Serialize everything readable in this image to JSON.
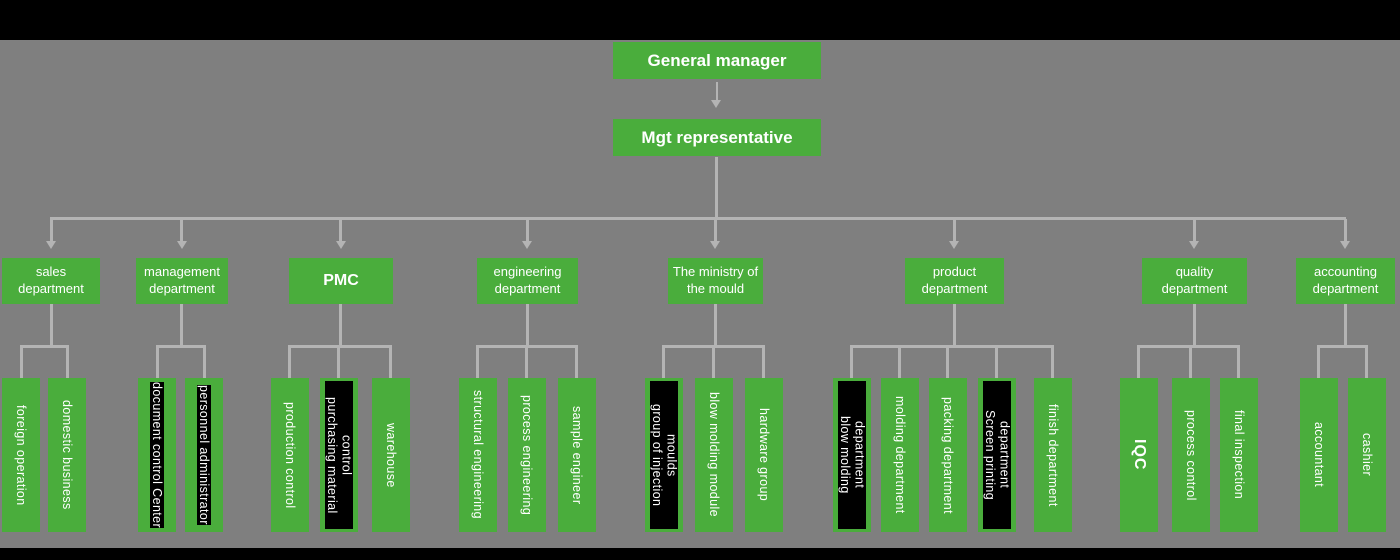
{
  "colors": {
    "background": "#7f7f7f",
    "box_green": "#4aad3c",
    "line_gray": "#b4b4b4",
    "bar_black": "#000000",
    "highlight_black": "#000000"
  },
  "root": {
    "label": "General manager"
  },
  "manager": {
    "label": "Mgt representative"
  },
  "departments": [
    {
      "label": "sales department",
      "children": [
        {
          "label": "foreign operation"
        },
        {
          "label": "domestic business"
        }
      ]
    },
    {
      "label": "management department",
      "children": [
        {
          "label": "document control Center"
        },
        {
          "label": "personnel administrator"
        }
      ]
    },
    {
      "label": "PMC",
      "children": [
        {
          "label": "production control"
        },
        {
          "label": "purchasing material control"
        },
        {
          "label": "warehouse"
        }
      ]
    },
    {
      "label": "engineering department",
      "children": [
        {
          "label": "structural engineering"
        },
        {
          "label": "process engineering"
        },
        {
          "label": "sample engineer"
        }
      ]
    },
    {
      "label": "The ministry of the mould",
      "children": [
        {
          "label": "group of injection moulds"
        },
        {
          "label": "blow molding module"
        },
        {
          "label": "hardware group"
        }
      ]
    },
    {
      "label": "product department",
      "children": [
        {
          "label": "blow molding department"
        },
        {
          "label": "molding department"
        },
        {
          "label": "packing department"
        },
        {
          "label": "Screen printing department"
        },
        {
          "label": "finish department"
        }
      ]
    },
    {
      "label": "quality department",
      "children": [
        {
          "label": "IQC"
        },
        {
          "label": "process control"
        },
        {
          "label": "final inspection"
        }
      ]
    },
    {
      "label": "accounting department",
      "children": [
        {
          "label": "accountant"
        },
        {
          "label": "cashier"
        }
      ]
    }
  ]
}
